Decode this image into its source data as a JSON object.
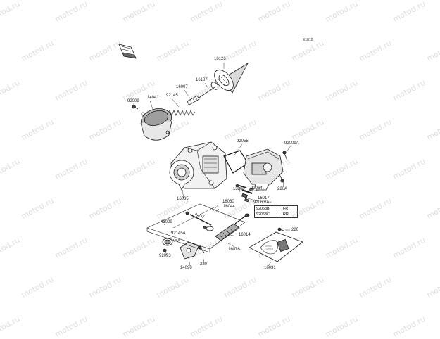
{
  "watermark": "motod.ru",
  "diagram_code": "E1812",
  "parts": {
    "p16126": "16126",
    "p16187": "16187",
    "p16007": "16007",
    "p92145": "92145",
    "p14041": "14041",
    "p92009": "92009",
    "p92055": "92055",
    "p92009a": "92009A",
    "p13260": "13260",
    "p92064": "92064",
    "p220a": "220A",
    "p16017": "16017",
    "p92063ai": "92063/A~I",
    "p16035": "16035",
    "p16030": "16030",
    "p16044": "16044",
    "p43029": "43029",
    "p92145a": "92145A",
    "p16014": "16014",
    "p16016": "16016",
    "p220_right": "220",
    "p92093": "92093",
    "p14090": "14090",
    "p220_bottom": "220",
    "p16031": "16031"
  },
  "applicability": [
    {
      "part": "92063B",
      "pos": "FR"
    },
    {
      "part": "92063C",
      "pos": "RR"
    }
  ]
}
